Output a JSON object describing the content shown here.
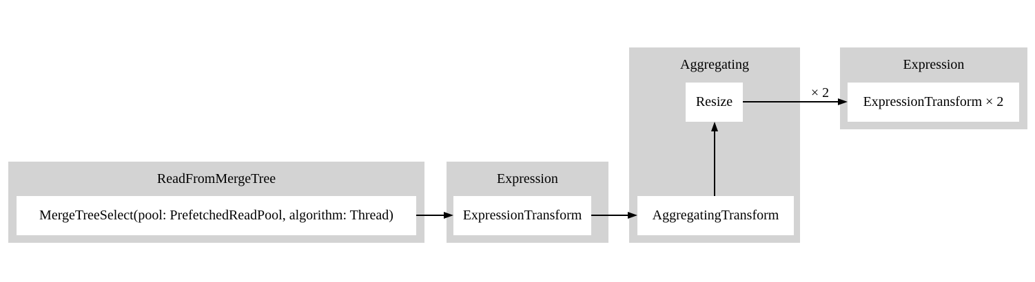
{
  "diagram": {
    "kind": "query-pipeline-graph",
    "colors": {
      "cluster_fill": "#d3d3d3",
      "node_fill": "#ffffff",
      "edge_color": "#000000",
      "text_color": "#000000",
      "background": "#ffffff"
    },
    "clusters": [
      {
        "title": "ReadFromMergeTree",
        "nodes": [
          {
            "label": "MergeTreeSelect(pool: PrefetchedReadPool, algorithm: Thread)"
          }
        ]
      },
      {
        "title": "Expression",
        "nodes": [
          {
            "label": "ExpressionTransform"
          }
        ]
      },
      {
        "title": "Aggregating",
        "nodes": [
          {
            "label": "Resize"
          },
          {
            "label": "AggregatingTransform"
          }
        ]
      },
      {
        "title": "Expression",
        "nodes": [
          {
            "label": "ExpressionTransform × 2"
          }
        ]
      }
    ],
    "edges": [
      {
        "from": "MergeTreeSelect(pool: PrefetchedReadPool, algorithm: Thread)",
        "to": "ExpressionTransform",
        "label": ""
      },
      {
        "from": "ExpressionTransform",
        "to": "AggregatingTransform",
        "label": ""
      },
      {
        "from": "AggregatingTransform",
        "to": "Resize",
        "label": ""
      },
      {
        "from": "Resize",
        "to": "ExpressionTransform × 2",
        "label": "× 2"
      }
    ]
  }
}
